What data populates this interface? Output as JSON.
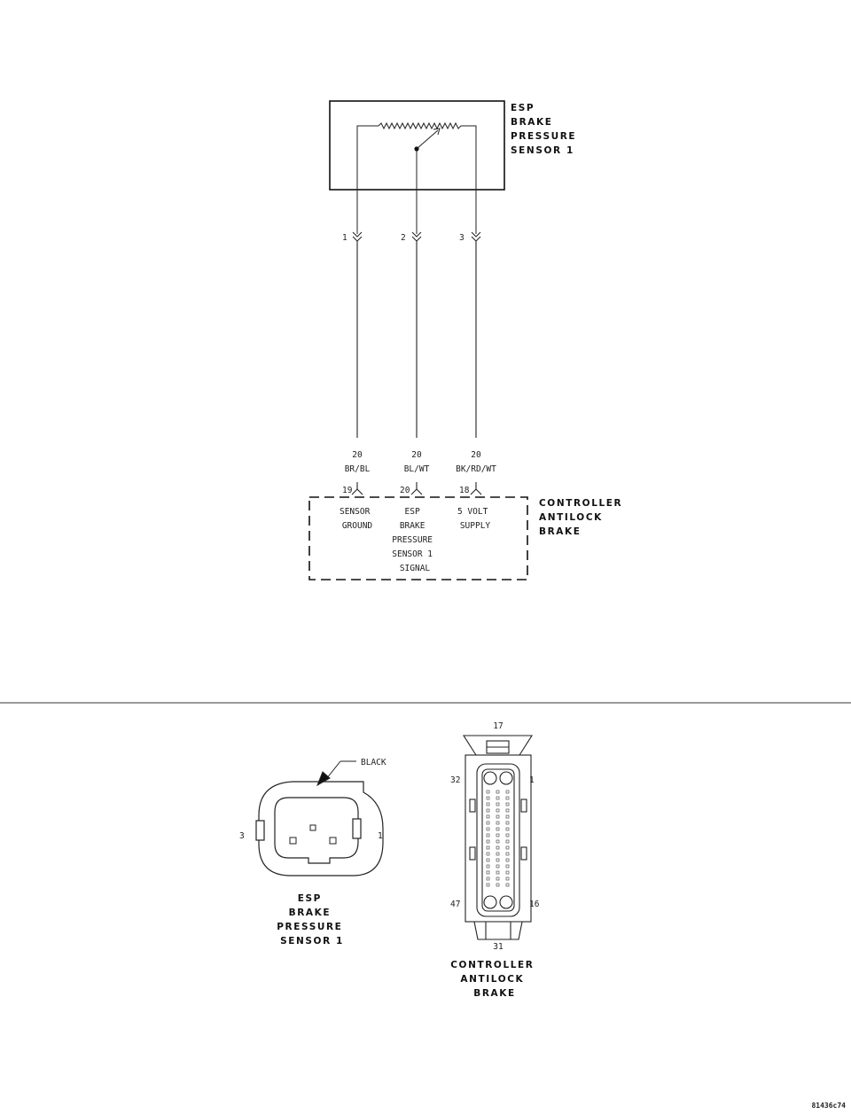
{
  "sensor": {
    "title_lines": [
      "ESP",
      "BRAKE",
      "PRESSURE",
      "SENSOR 1"
    ],
    "pins": [
      "1",
      "2",
      "3"
    ]
  },
  "wires": [
    {
      "gauge": "20",
      "color": "BR/BL",
      "cavity": "19",
      "function_lines": [
        "SENSOR",
        "GROUND"
      ]
    },
    {
      "gauge": "20",
      "color": "BL/WT",
      "cavity": "20",
      "function_lines": [
        "ESP",
        "BRAKE",
        "PRESSURE",
        "SENSOR 1",
        "SIGNAL"
      ]
    },
    {
      "gauge": "20",
      "color": "BK/RD/WT",
      "cavity": "18",
      "function_lines": [
        "5 VOLT",
        "SUPPLY"
      ]
    }
  ],
  "controller": {
    "title_lines": [
      "CONTROLLER",
      "ANTILOCK",
      "BRAKE"
    ]
  },
  "connector_views": {
    "sensor": {
      "color_label": "BLACK",
      "left_pin": "3",
      "right_pin": "1",
      "title_lines": [
        "ESP",
        "BRAKE",
        "PRESSURE",
        "SENSOR 1"
      ]
    },
    "controller": {
      "top_pin": "17",
      "bottom_pin": "31",
      "top_left_pin": "32",
      "top_right_pin": "1",
      "bottom_left_pin": "47",
      "bottom_right_pin": "16",
      "title_lines": [
        "CONTROLLER",
        "ANTILOCK",
        "BRAKE"
      ]
    }
  },
  "figure_id": "81436c74"
}
